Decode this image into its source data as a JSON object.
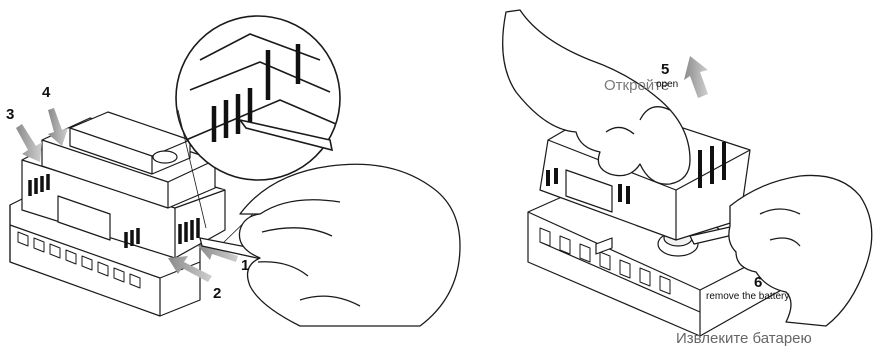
{
  "left_panel": {
    "callouts": {
      "c1": "1",
      "c2": "2",
      "c3": "3",
      "c4": "4"
    }
  },
  "right_panel": {
    "step5": {
      "number": "5",
      "label": "open",
      "overlay_label": "Откройте"
    },
    "step6": {
      "number": "6",
      "label": "remove the battery"
    },
    "caption": "Извлеките батарею"
  },
  "colors": {
    "ink": "#111111",
    "arrow_grey": "#9a9a9a",
    "caption_grey": "#666666"
  }
}
